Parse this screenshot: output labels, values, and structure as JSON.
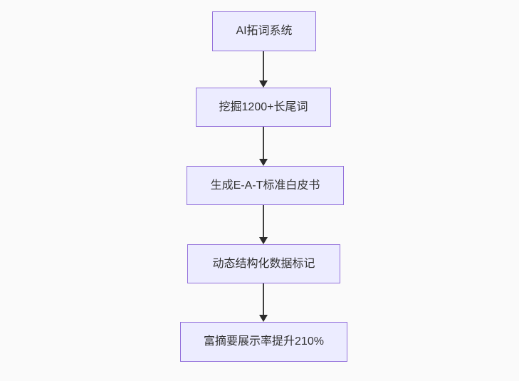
{
  "page": {
    "background_color": "#fafafa"
  },
  "flowchart": {
    "type": "flowchart",
    "direction": "top-to-bottom",
    "colors": {
      "node_fill": "#ECECFF",
      "node_border": "#9370DB",
      "edge_line": "#333333",
      "text": "#333333"
    },
    "nodes": [
      {
        "id": "1",
        "label": "AI拓词系统"
      },
      {
        "id": "2",
        "label": "挖掘1200+长尾词"
      },
      {
        "id": "3",
        "label": "生成E-A-T标准白皮书"
      },
      {
        "id": "4",
        "label": "动态结构化数据标记"
      },
      {
        "id": "5",
        "label": "富摘要展示率提升210%"
      }
    ],
    "edges": [
      {
        "from": "1",
        "to": "2",
        "style": "arrow-down"
      },
      {
        "from": "2",
        "to": "3",
        "style": "arrow-down"
      },
      {
        "from": "3",
        "to": "4",
        "style": "arrow-down"
      },
      {
        "from": "4",
        "to": "5",
        "style": "arrow-down"
      }
    ]
  }
}
